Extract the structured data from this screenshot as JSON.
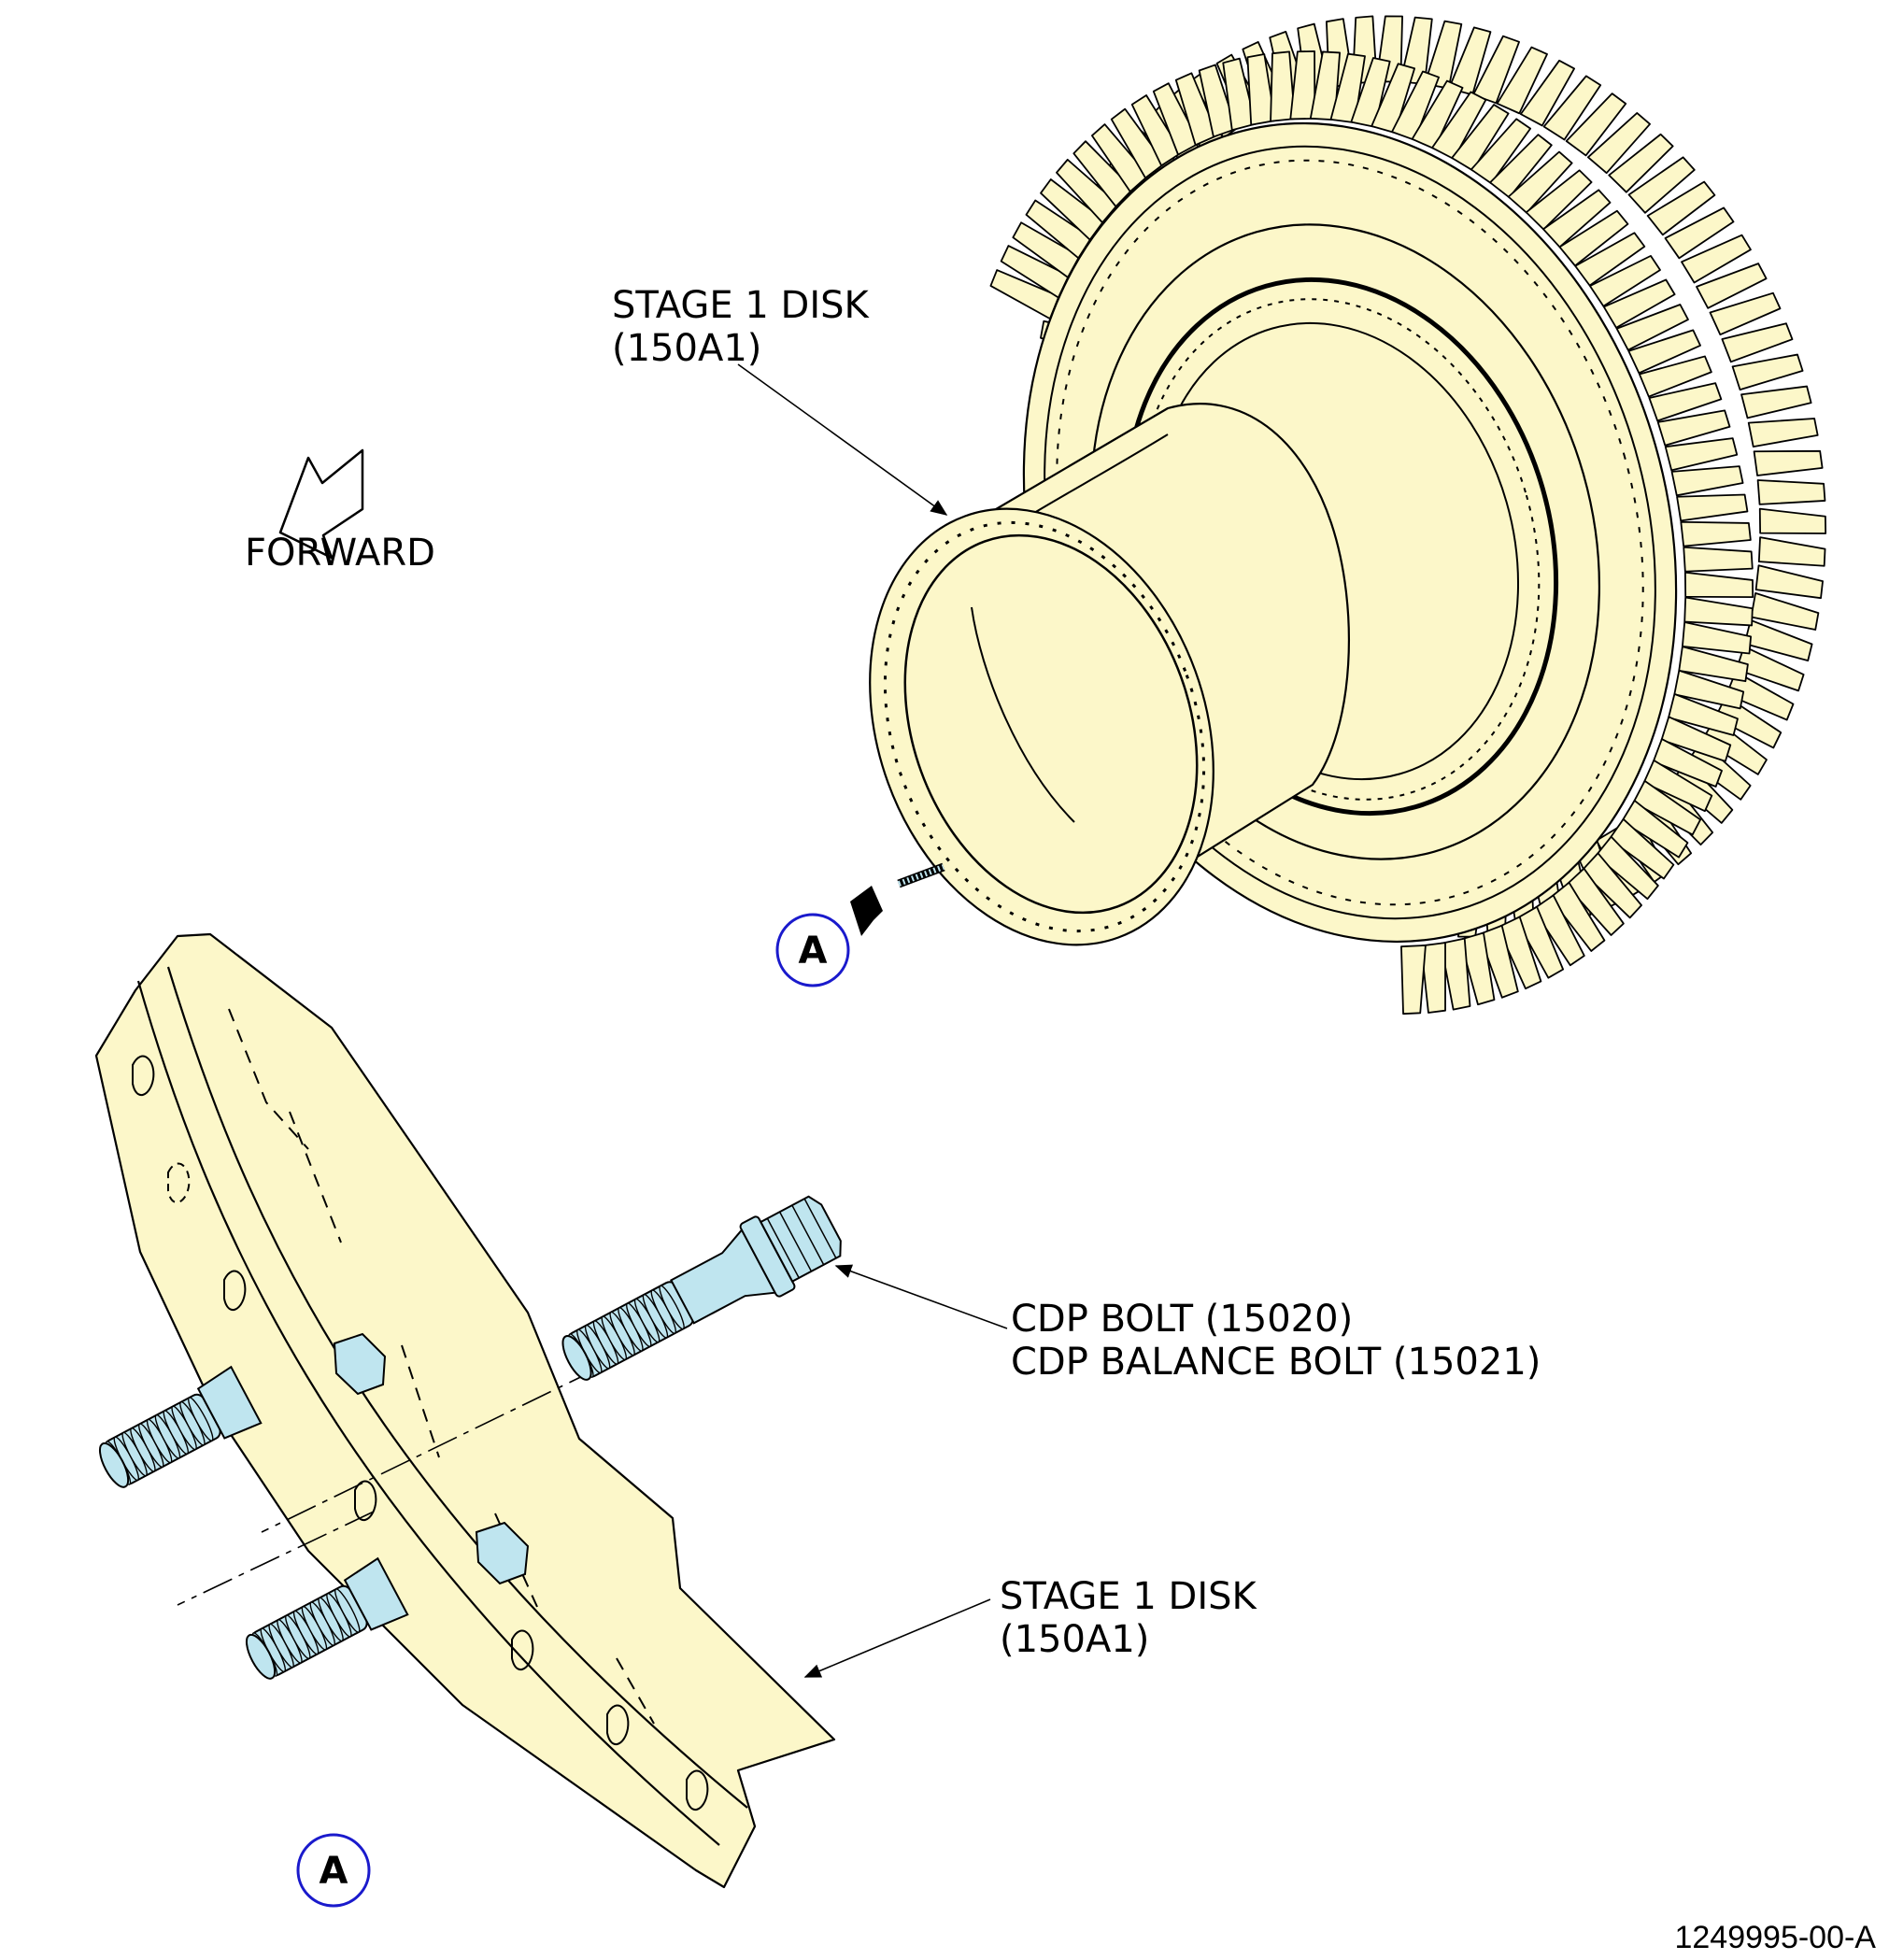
{
  "labels": {
    "stage1_disk_top": [
      "STAGE 1 DISK",
      "(150A1)"
    ],
    "forward": "FORWARD",
    "view_a_arrow": "A",
    "cdp_bolt": [
      "CDP BOLT (15020)",
      "CDP BALANCE BOLT (15021)"
    ],
    "stage1_disk_bottom": [
      "STAGE 1 DISK",
      "(150A1)"
    ],
    "view_a_detail": "A",
    "figure_number": "1249995-00-A"
  },
  "colors": {
    "part_fill": "#fcf7c9",
    "bolt_fill": "#bfe5ef",
    "view_circle": "#1a1acc",
    "line": "#000000"
  }
}
